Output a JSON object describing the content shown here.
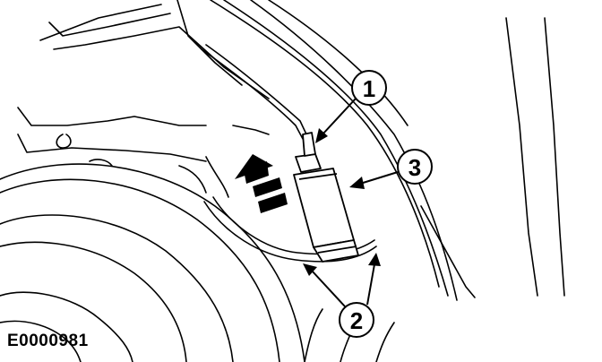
{
  "figure": {
    "id": "E0000981"
  },
  "callouts": [
    {
      "number": "1"
    },
    {
      "number": "2"
    },
    {
      "number": "3"
    }
  ],
  "colors": {
    "line": "#000000",
    "background": "#ffffff"
  }
}
